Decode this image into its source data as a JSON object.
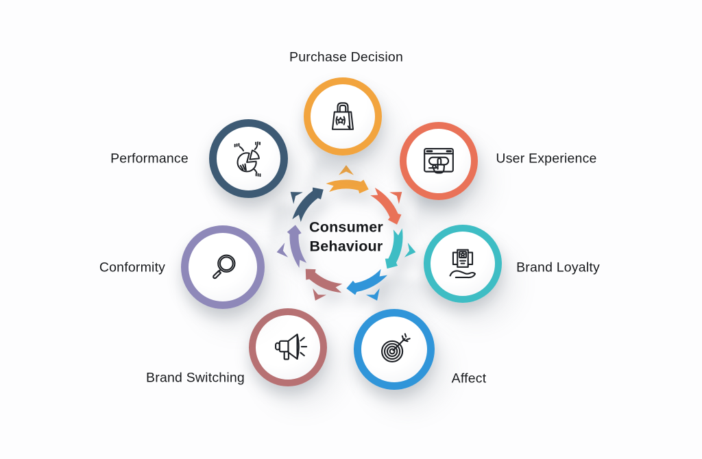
{
  "diagram": {
    "center": {
      "line1": "Consumer",
      "line2": "Behaviour"
    },
    "nodes": [
      {
        "id": "purchase-decision",
        "label": "Purchase Decision",
        "color": "#F2A43E",
        "icon": "shopping-bag-icon"
      },
      {
        "id": "user-experience",
        "label": "User Experience",
        "color": "#E97258",
        "icon": "browser-click-icon"
      },
      {
        "id": "brand-loyalty",
        "label": "Brand Loyalty",
        "color": "#3EBDC4",
        "icon": "certificate-hand-icon"
      },
      {
        "id": "affect",
        "label": "Affect",
        "color": "#3095D9",
        "icon": "target-arrow-icon"
      },
      {
        "id": "brand-switching",
        "label": "Brand Switching",
        "color": "#B77173",
        "icon": "megaphone-icon"
      },
      {
        "id": "conformity",
        "label": "Conformity",
        "color": "#8E88B9",
        "icon": "magnifier-icon"
      },
      {
        "id": "performance",
        "label": "Performance",
        "color": "#3D5A74",
        "icon": "pie-chart-icon"
      }
    ],
    "ring_direction": "clockwise"
  }
}
